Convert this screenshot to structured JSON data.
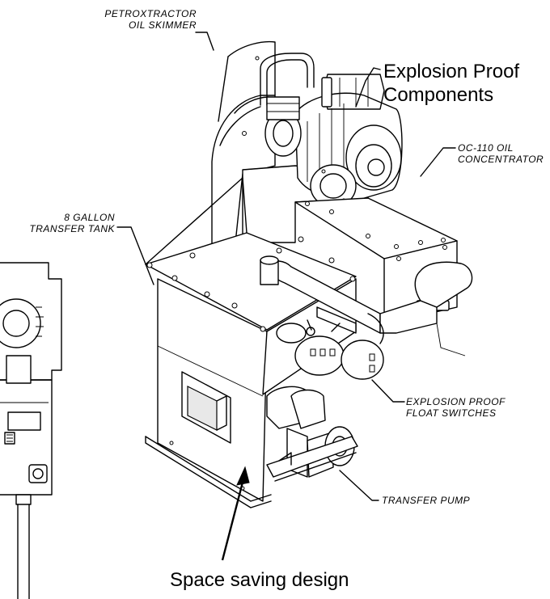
{
  "labels": {
    "skimmer_line1": "PETROXTRACTOR",
    "skimmer_line2": "OIL SKIMMER",
    "explosion_components_line1": "Explosion Proof",
    "explosion_components_line2": "Components",
    "concentrator_line1": "OC-110 OIL",
    "concentrator_line2": "CONCENTRATOR",
    "tank_line1": "8 GALLON",
    "tank_line2": "TRANSFER TANK",
    "float_line1": "EXPLOSION PROOF",
    "float_line2": "FLOAT SWITCHES",
    "pump": "TRANSFER PUMP",
    "space_saving": "Space saving design"
  }
}
